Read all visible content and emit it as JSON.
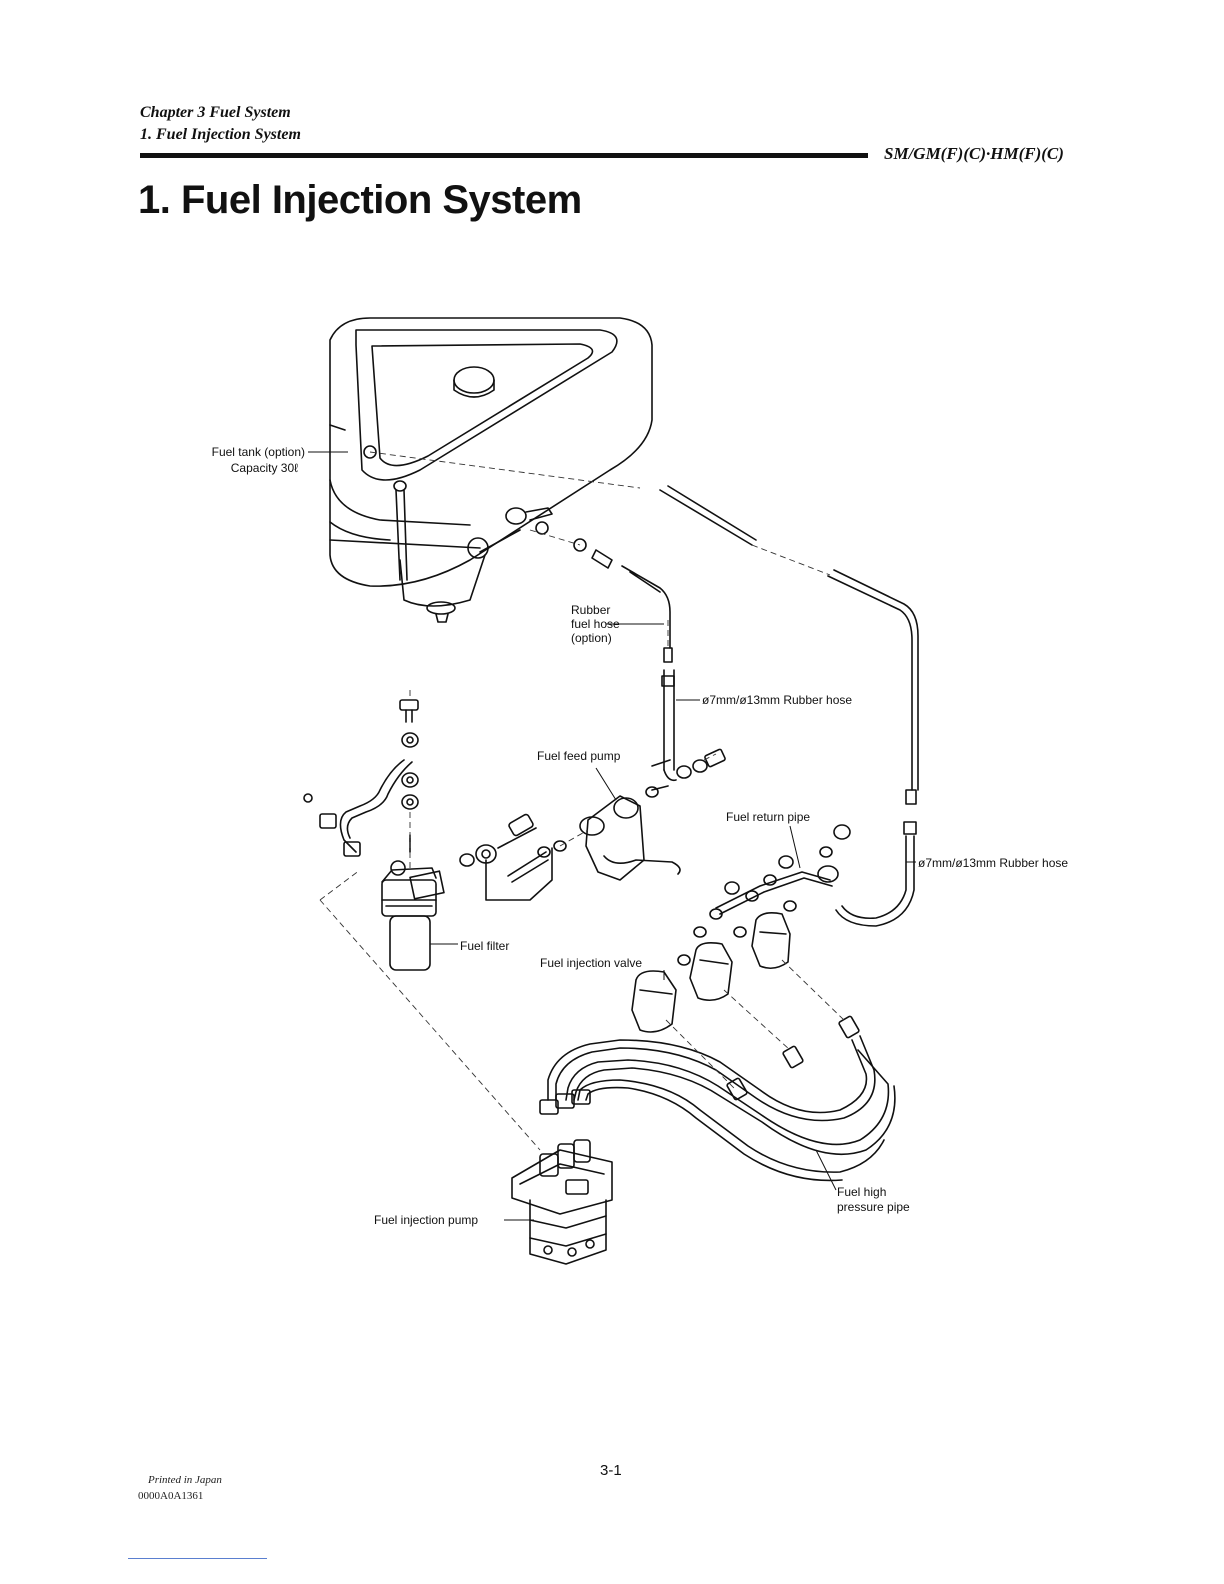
{
  "header": {
    "chapter": "Chapter 3 Fuel System",
    "section": "1. Fuel Injection System",
    "model_code": "SM/GM(F)(C)·HM(F)(C)"
  },
  "page_title": "1. Fuel Injection System",
  "diagram": {
    "labels": {
      "fuel_tank": "Fuel tank (option)",
      "capacity": "Capacity 30ℓ",
      "rubber_hose_1": "Rubber",
      "rubber_hose_2": "fuel hose",
      "rubber_hose_3": "(option)",
      "hose_size_1": "ø7mm/ø13mm Rubber hose",
      "fuel_feed_pump": "Fuel feed pump",
      "fuel_return_pipe": "Fuel return pipe",
      "hose_size_2": "ø7mm/ø13mm Rubber hose",
      "fuel_filter": "Fuel filter",
      "fuel_injection_valve": "Fuel injection valve",
      "fuel_high_1": "Fuel high",
      "fuel_high_2": "pressure pipe",
      "fuel_injection_pump": "Fuel injection pump"
    }
  },
  "footer": {
    "page_number": "3-1",
    "printed_in": "Printed in Japan",
    "doc_code": "0000A0A1361"
  }
}
